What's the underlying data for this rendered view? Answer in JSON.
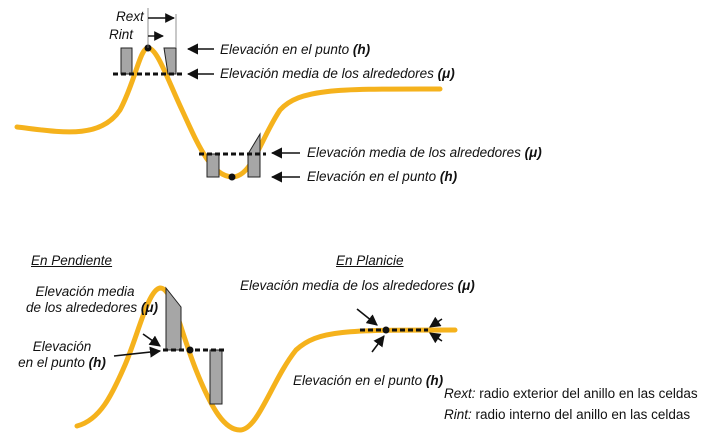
{
  "top": {
    "rext": "Rext",
    "rint": "Rint",
    "peak_point": {
      "text": "Elevación en el punto",
      "sym": "(h)"
    },
    "peak_mean": {
      "text": "Elevación media de los alrededores",
      "sym": "(μ)"
    },
    "valley_mean": {
      "text": "Elevación media de los alrededores",
      "sym": "(μ)"
    },
    "valley_point": {
      "text": "Elevación en el punto",
      "sym": "(h)"
    }
  },
  "bottom": {
    "slope_title": "En Pendiente",
    "plain_title": "En Planicie",
    "slope_mean_line1": "Elevación media",
    "slope_mean_line2": "de los alrededores",
    "slope_mean_sym": "(μ)",
    "slope_point_line1": "Elevación",
    "slope_point_line2": "en el punto",
    "slope_point_sym": "(h)",
    "plain_mean": {
      "text": "Elevación media de los alrededores",
      "sym": "(μ)"
    },
    "plain_point": {
      "text": "Elevación en el punto",
      "sym": "(h)"
    }
  },
  "legend": {
    "rext_key": "Rext:",
    "rext_desc": "radio exterior del anillo en las celdas",
    "rint_key": "Rint:",
    "rint_desc": "radio interno del anillo en las celdas"
  },
  "colors": {
    "curve": "#F5B21C",
    "ring": "#A6A6A6",
    "ink": "#111111"
  }
}
